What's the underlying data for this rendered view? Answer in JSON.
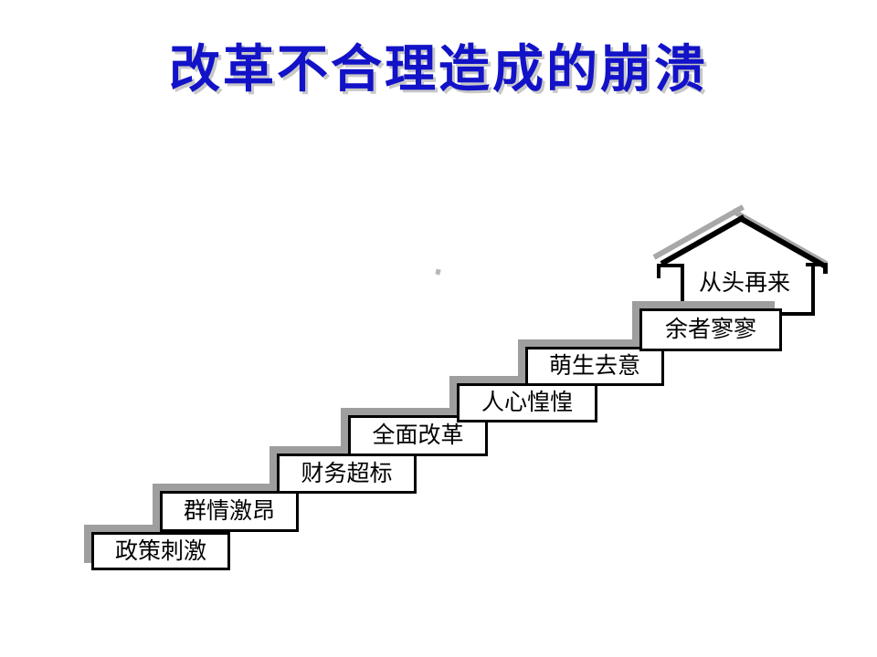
{
  "slide": {
    "title": "改革不合理造成的崩溃",
    "title_color": "#1212c8",
    "title_shadow_color": "#c8c8c8",
    "background_color": "#ffffff"
  },
  "diagram": {
    "type": "staircase-process",
    "steps": [
      {
        "label": "政策刺激"
      },
      {
        "label": "群情激昂"
      },
      {
        "label": "财务超标"
      },
      {
        "label": "全面改革"
      },
      {
        "label": "人心惶惶"
      },
      {
        "label": "萌生去意"
      },
      {
        "label": "余者寥寥"
      }
    ],
    "house_label": "从头再来",
    "box_fill": "#ffffff",
    "box_border_color": "#000000",
    "shadow_color": "#9e9e9e",
    "text_color": "#000000"
  }
}
